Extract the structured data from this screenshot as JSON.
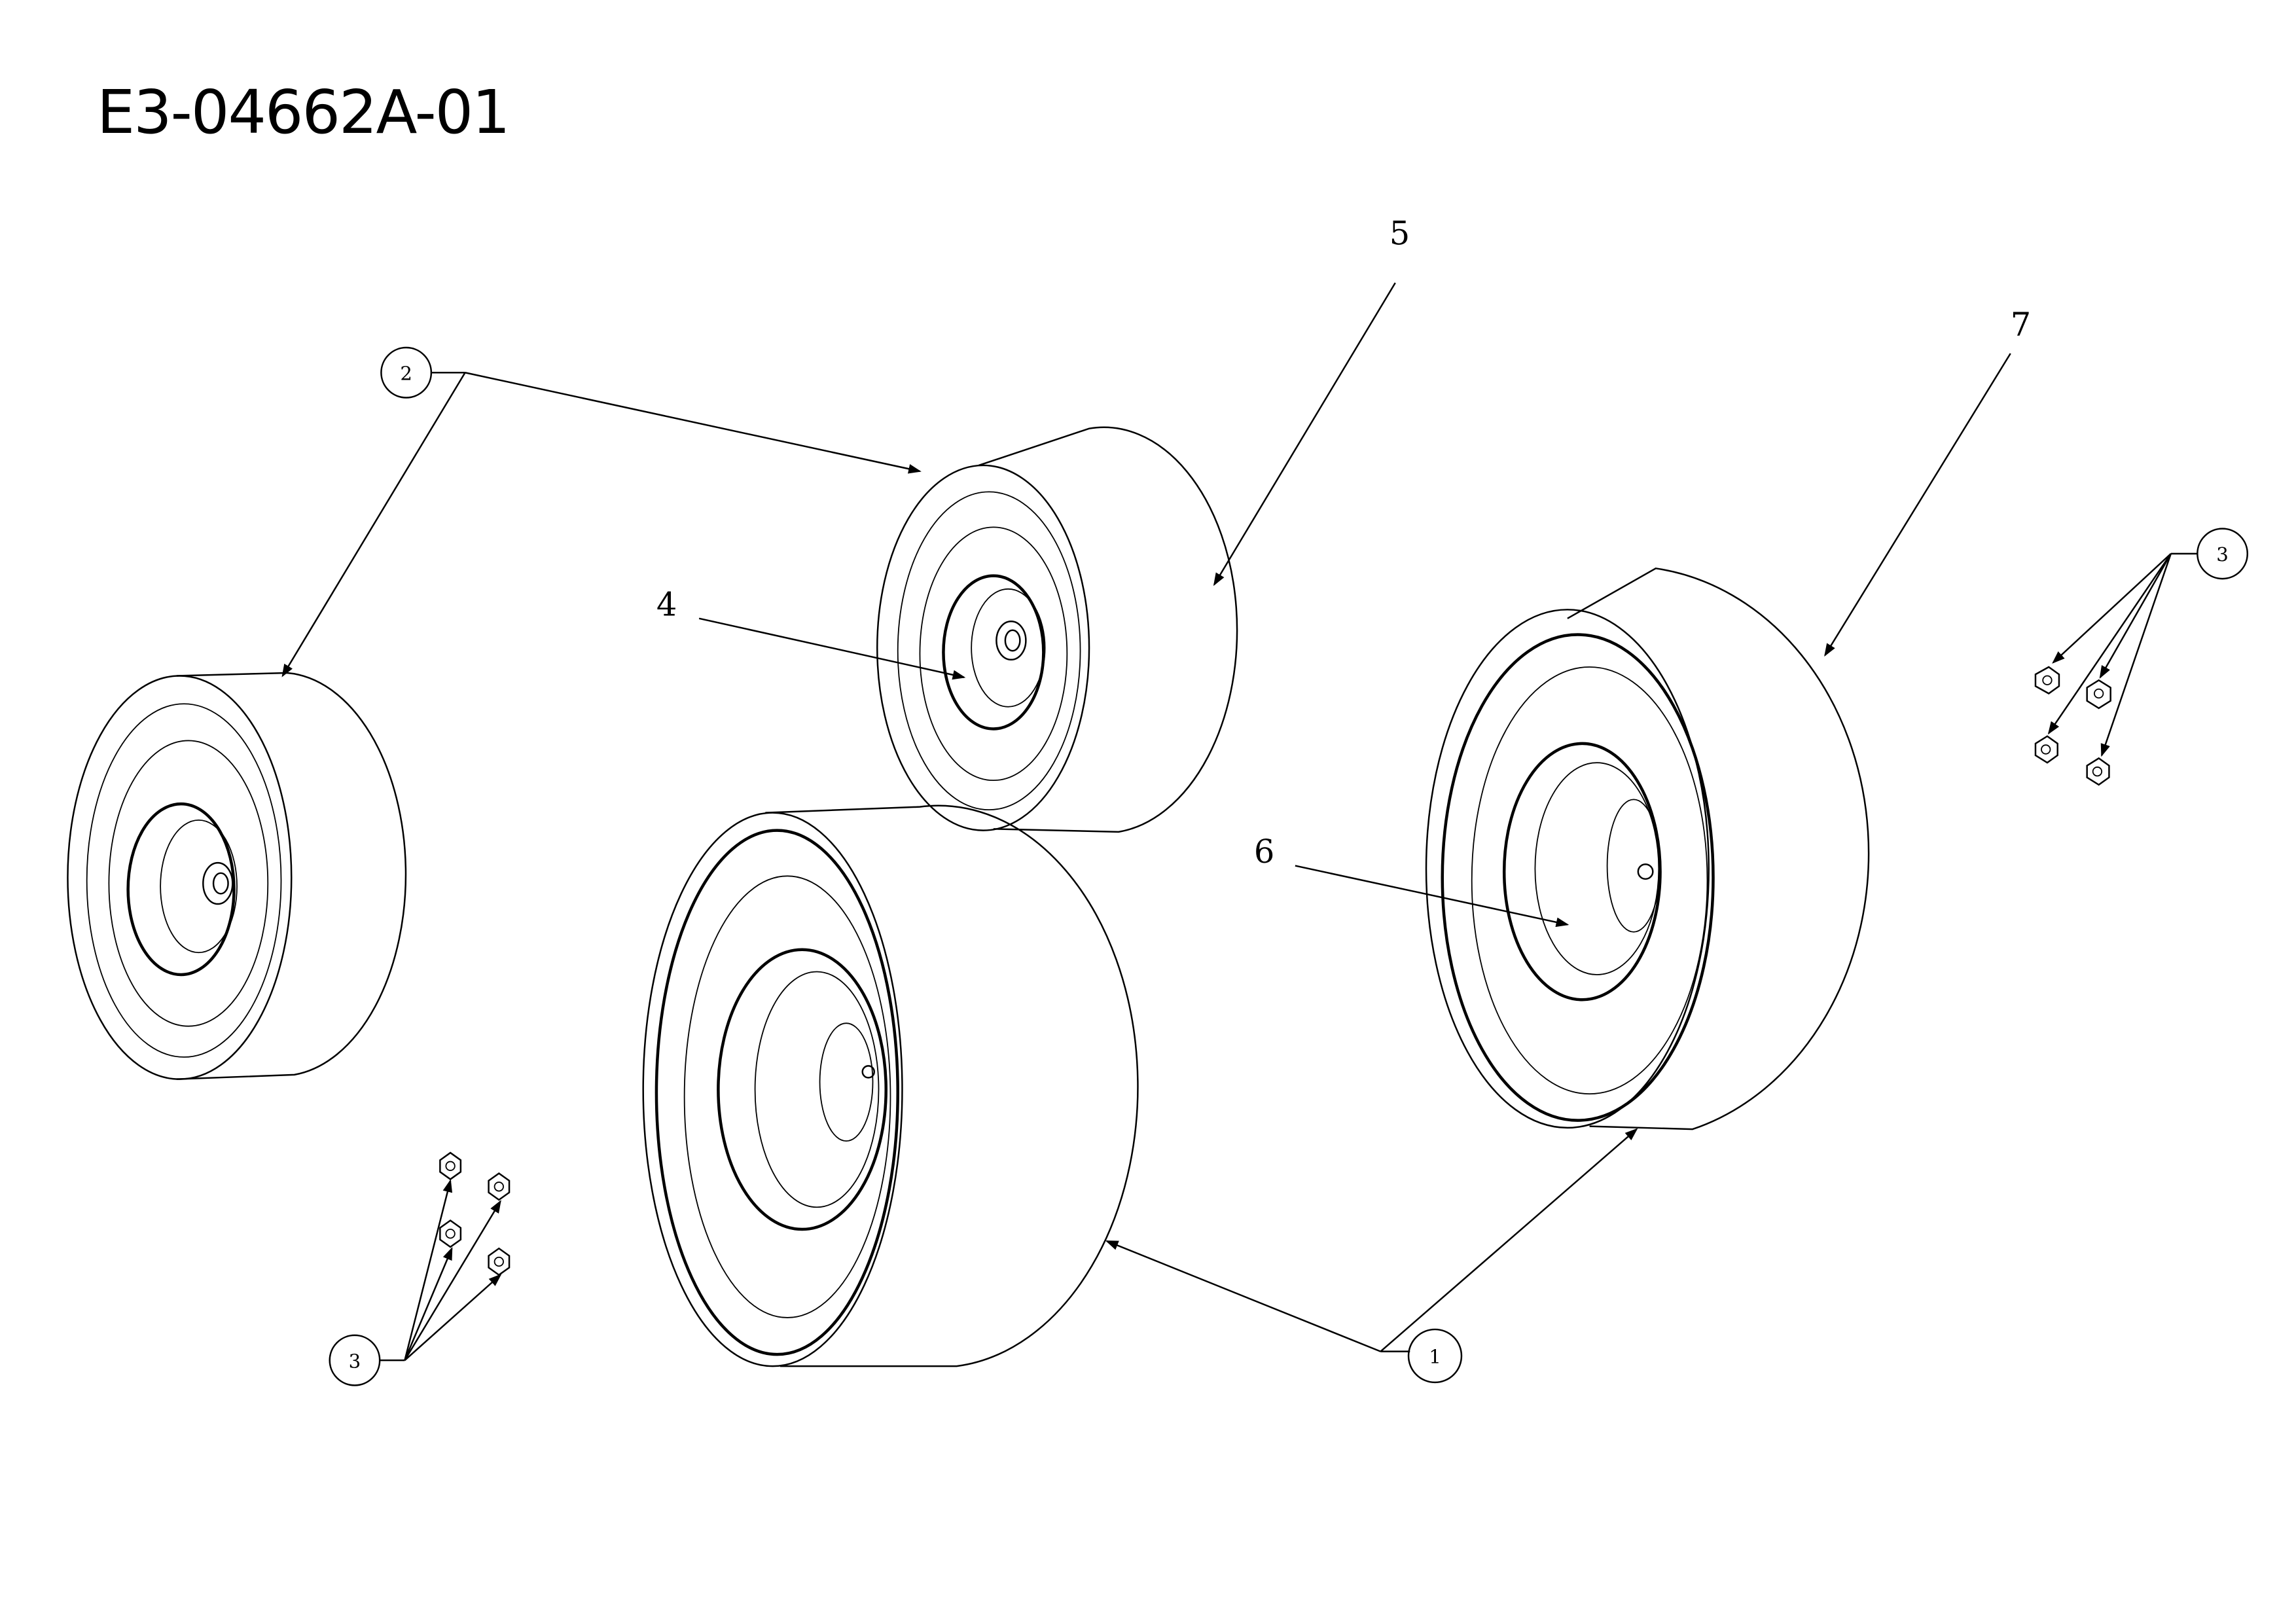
{
  "diagram_id": "E3-04662A-01",
  "callouts": {
    "c1": "1",
    "c2": "2",
    "c3a": "3",
    "c3b": "3",
    "c4": "4",
    "c5": "5",
    "c6": "6",
    "c7": "7"
  }
}
